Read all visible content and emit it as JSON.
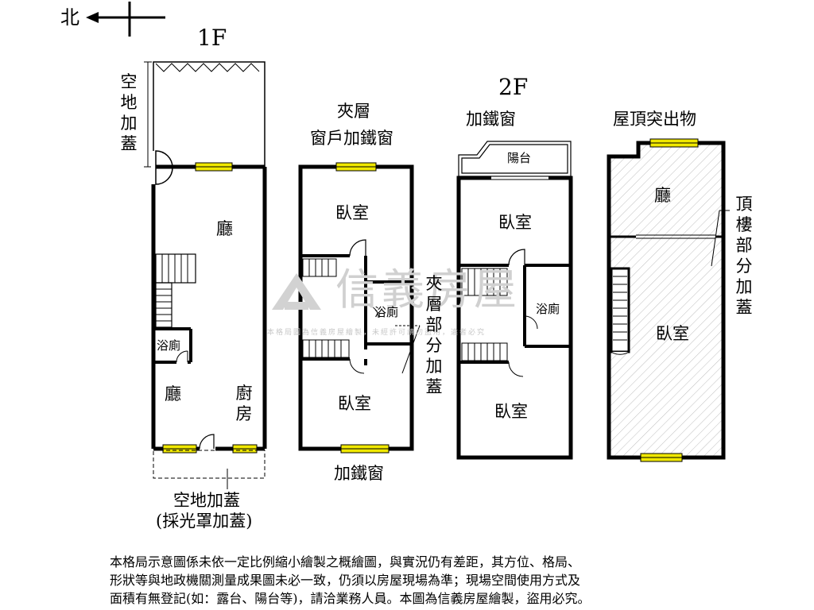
{
  "compass": {
    "north": "北"
  },
  "floors": {
    "f1": "1F",
    "f2": "2F"
  },
  "floor1": {
    "side_addition": "空地加蓋",
    "living_top": "廳",
    "bath": "浴廁",
    "living_bottom": "廳",
    "kitchen": "廚房",
    "bottom_addition_line1": "空地加蓋",
    "bottom_addition_line2": "(採光罩加蓋)"
  },
  "mezzanine": {
    "title_line1": "夾層",
    "title_line2": "窗戶加鐵窗",
    "bedroom_top": "臥室",
    "bath": "浴廁",
    "bedroom_bottom": "臥室",
    "partial_addition": "夾層部分加蓋",
    "bottom_window": "加鐵窗"
  },
  "floor2": {
    "window_note": "加鐵窗",
    "balcony": "陽台",
    "bedroom_top": "臥室",
    "bath": "浴廁",
    "bedroom_bottom": "臥室"
  },
  "roof": {
    "title": "屋頂突出物",
    "living": "廳",
    "bedroom": "臥室",
    "partial_addition": "頂樓部分加蓋"
  },
  "watermark": {
    "brand": "信義房屋",
    "notice": "本格局圖為信義房屋繪製，未經許可請勿盜用，違者必究"
  },
  "disclaimer": [
    "本格局示意圖係未依一定比例縮小繪製之概繪圖，與實況仍有差距，其方位、格局、",
    "形狀等與地政機關測量成果圖未必一致，仍須以房屋現場為準；現場空間使用方式及",
    "面積有無登記(如：露台、陽台等)，請洽業務人員。本圖為信義房屋繪製，盜用必究。"
  ]
}
